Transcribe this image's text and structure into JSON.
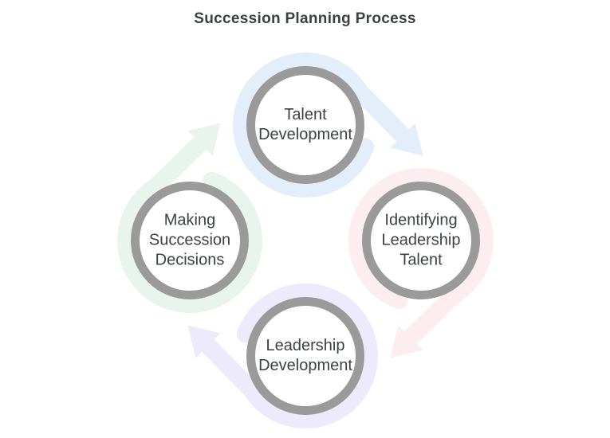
{
  "title": "Succession Planning Process",
  "colors": {
    "background": "#ffffff",
    "ring_gray": "#9a9a9a",
    "node_fill": "#ffffff",
    "title_text": "#3c4043",
    "label_text": "#3d4145",
    "arrow_blue": "#e4edfa",
    "arrow_pink": "#fcedf0",
    "arrow_lavender": "#edeafb",
    "arrow_green": "#e8f4ec"
  },
  "diagram": {
    "type": "cycle",
    "direction": "clockwise",
    "steps": [
      {
        "label": "Talent Development",
        "position": "top",
        "arrow_color": "#e4edfa"
      },
      {
        "label": "Identifying Leadership Talent",
        "position": "right",
        "arrow_color": "#fcedf0"
      },
      {
        "label": "Leadership Development",
        "position": "bottom",
        "arrow_color": "#edeafb"
      },
      {
        "label": "Making Succession Decisions",
        "position": "left",
        "arrow_color": "#e8f4ec"
      }
    ]
  }
}
